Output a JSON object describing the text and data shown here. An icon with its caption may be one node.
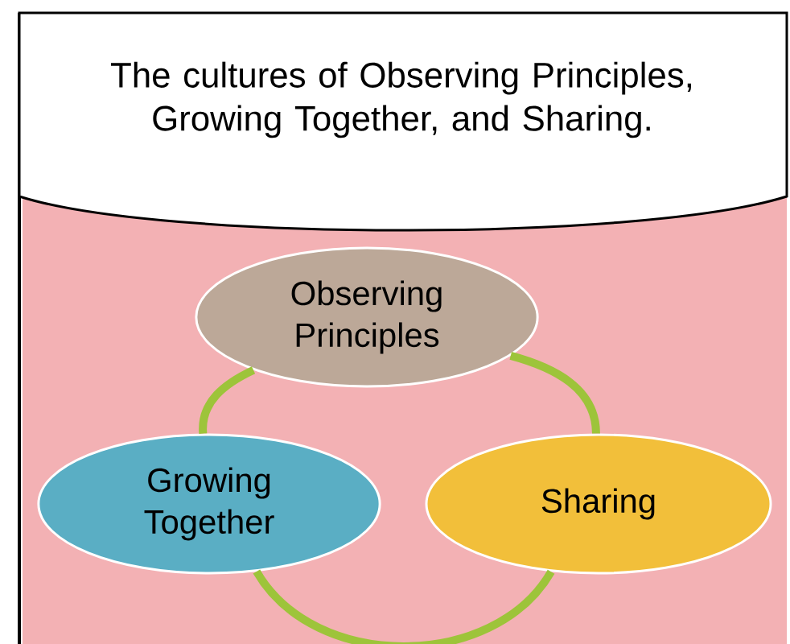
{
  "diagram": {
    "nodes": [
      {
        "text": [
          "The cultures of Observing Principles, Growing Together, and Sharing."
        ]
      },
      {
        "text": [
          "Observing Principles"
        ]
      },
      {
        "text": [
          "Growing Together"
        ]
      },
      {
        "text": [
          "Sharing"
        ]
      }
    ],
    "edges": [
      {
        "from": 1,
        "to": 2,
        "arrow": "none"
      },
      {
        "from": 2,
        "to": 3,
        "arrow": "none"
      },
      {
        "from": 3,
        "to": 1,
        "arrow": "none"
      }
    ]
  }
}
